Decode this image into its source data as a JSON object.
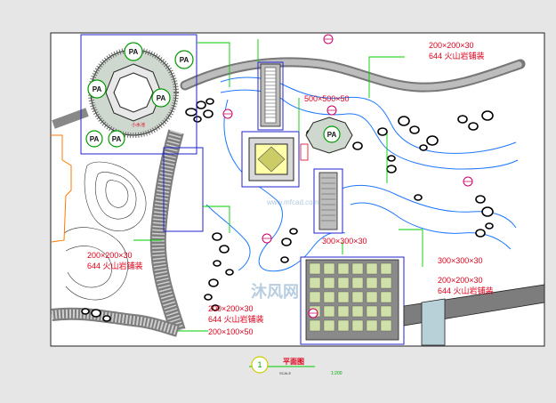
{
  "colors": {
    "background": "#e6e6e6",
    "sheet": "#ffffff",
    "frame": "#222222",
    "leader": "#00cc00",
    "water": "#1e78ff",
    "callout_box": "#2222cc",
    "note_text": "#e0001b",
    "stone_fill": "#cfd8cf",
    "paving": "#7f7f7f"
  },
  "labels": {
    "pavilion_pa": "PA",
    "dim_top_right": "200×200×30",
    "note_top_right": "644 火山岩铺装",
    "dim_center": "500×500×50",
    "dim_bridge": "300×300×30",
    "dim_right_1": "300×300×30",
    "dim_right_2": "200×200×30",
    "note_right_2": "644 火山岩铺装",
    "dim_left": "200×200×30",
    "note_left": "644 火山岩铺装",
    "dim_bottom_1": "200×200×30",
    "note_bottom_1": "644 火山岩铺装",
    "dim_bottom_2": "200×100×50",
    "pool_label": "小水池",
    "watermark": "沐风网",
    "watermark_url": "www.mfcad.com"
  },
  "title_block": {
    "number": "1",
    "title": "平面图",
    "scale_label": "SCALE",
    "scale_value": "1:200"
  }
}
